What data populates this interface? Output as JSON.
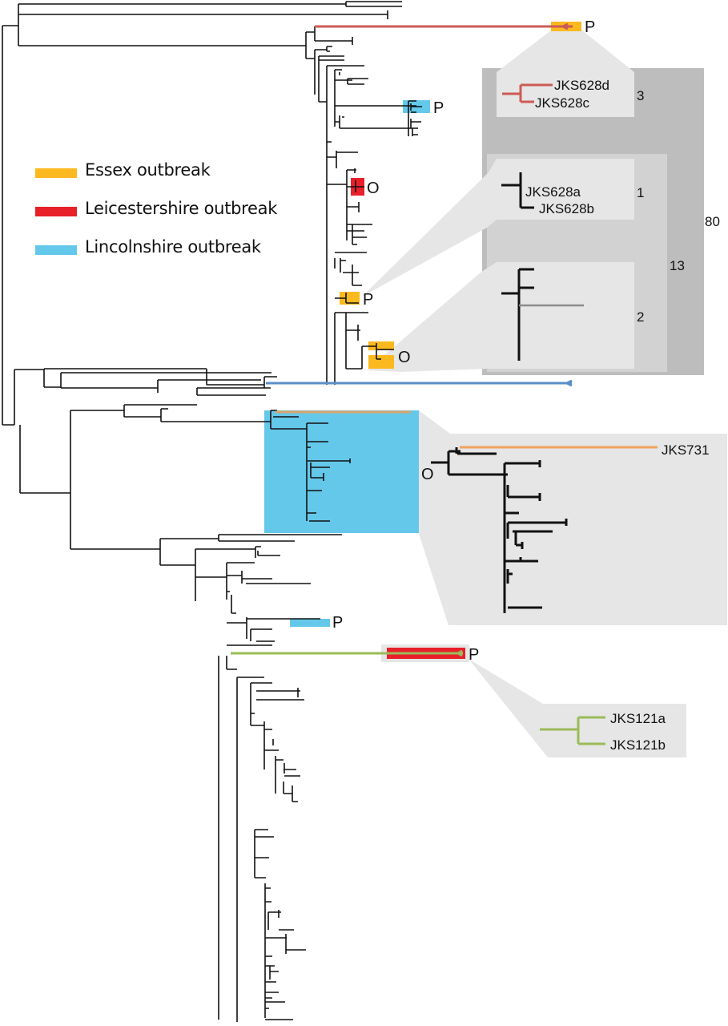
{
  "figure": {
    "type": "phylogenetic-tree",
    "legend": [
      {
        "label": "Essex outbreak",
        "color": "#fbb91f"
      },
      {
        "label": "Leicestershire outbreak",
        "color": "#e8202a"
      },
      {
        "label": "Lincolnshire outbreak",
        "color": "#64c8ea"
      }
    ],
    "colors": {
      "branch": "#111111",
      "jks628_lineage": "#cd5b55",
      "jks731_lineage": "#f0a35e",
      "jks121_lineage": "#9bbb59",
      "blue_lineage": "#5b8fc9",
      "grey_branch": "#8c8c8c",
      "inset_light": "#e6e6e6",
      "inset_mid": "#d2d2d2",
      "inset_dark": "#bdbdbd"
    },
    "markers": {
      "persistent": "P",
      "outbreak": "O"
    },
    "insets": {
      "jks628_group": {
        "count_outer": "80",
        "count_middle": "13",
        "panel_top": {
          "labels": [
            "JKS628d",
            "JKS628c"
          ],
          "count": "3"
        },
        "panel_mid": {
          "labels": [
            "JKS628a",
            "JKS628b"
          ],
          "count": "1"
        },
        "panel_bottom": {
          "count": "2"
        }
      },
      "jks731": {
        "label": "JKS731",
        "marker": "O"
      },
      "jks121": {
        "labels": [
          "JKS121a",
          "JKS121b"
        ]
      }
    }
  }
}
